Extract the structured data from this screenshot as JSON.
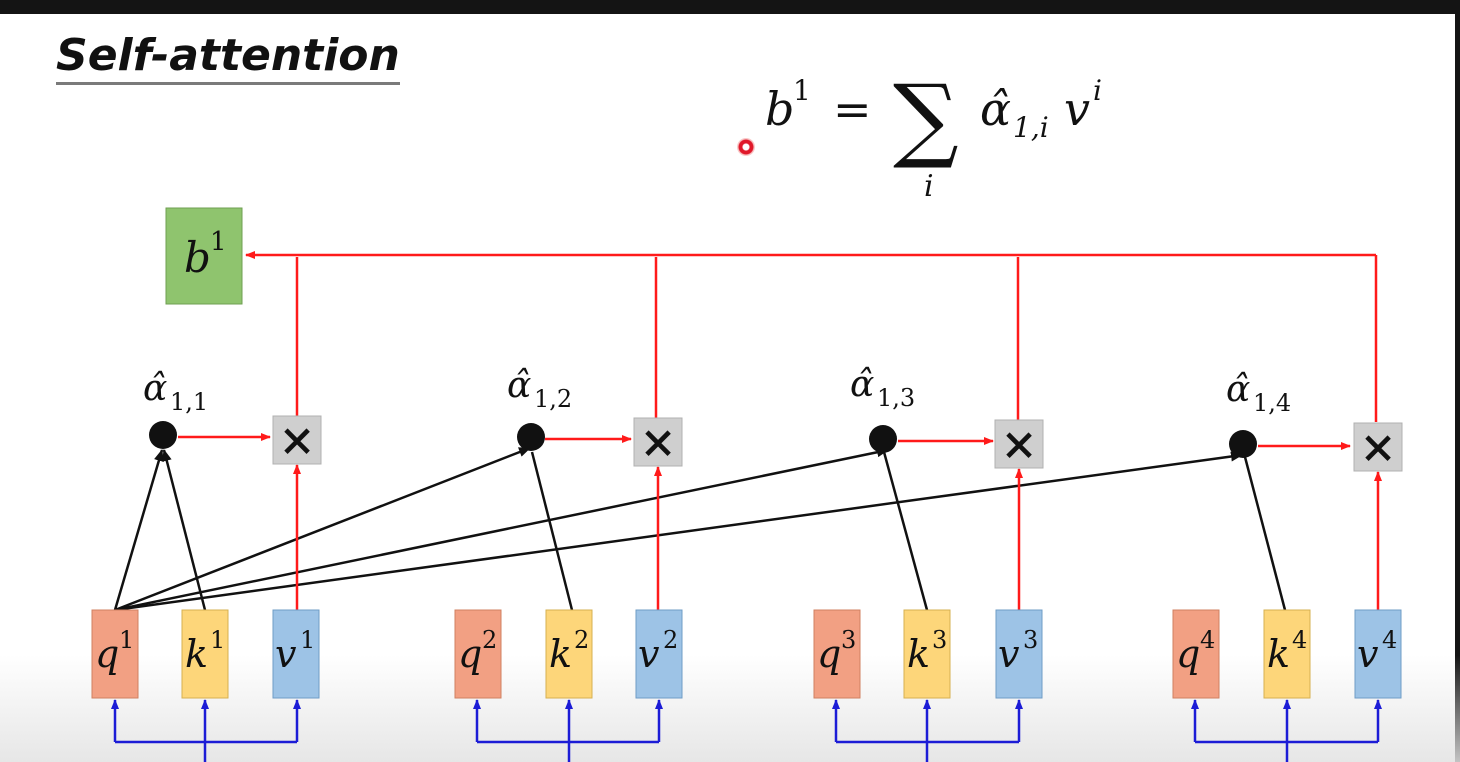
{
  "title": "Self-attention",
  "formula": {
    "lhs_base": "b",
    "lhs_sup": "1",
    "equals": "=",
    "sum": "∑",
    "sum_index": "i",
    "alpha_base": "α̂",
    "alpha_sub": "1,i",
    "v_base": "v",
    "v_sup": "i"
  },
  "output": {
    "base": "b",
    "sup": "1"
  },
  "weights": [
    {
      "base": "α̂",
      "sub": "1,1"
    },
    {
      "base": "α̂",
      "sub": "1,2"
    },
    {
      "base": "α̂",
      "sub": "1,3"
    },
    {
      "base": "α̂",
      "sub": "1,4"
    }
  ],
  "multiply_symbol": "×",
  "groups": [
    {
      "q": {
        "base": "q",
        "sup": "1"
      },
      "k": {
        "base": "k",
        "sup": "1"
      },
      "v": {
        "base": "v",
        "sup": "1"
      }
    },
    {
      "q": {
        "base": "q",
        "sup": "2"
      },
      "k": {
        "base": "k",
        "sup": "2"
      },
      "v": {
        "base": "v",
        "sup": "2"
      }
    },
    {
      "q": {
        "base": "q",
        "sup": "3"
      },
      "k": {
        "base": "k",
        "sup": "3"
      },
      "v": {
        "base": "v",
        "sup": "3"
      }
    },
    {
      "q": {
        "base": "q",
        "sup": "4"
      },
      "k": {
        "base": "k",
        "sup": "4"
      },
      "v": {
        "base": "v",
        "sup": "4"
      }
    }
  ],
  "colors": {
    "query": "#f2a083",
    "key": "#fdd67a",
    "value": "#9dc3e6",
    "output": "#8fc46e",
    "multiply_box": "#cfcfcf",
    "red_arrow": "#ff1a1a",
    "blue_arrow": "#1c1cd6",
    "black_arrow": "#111111"
  }
}
